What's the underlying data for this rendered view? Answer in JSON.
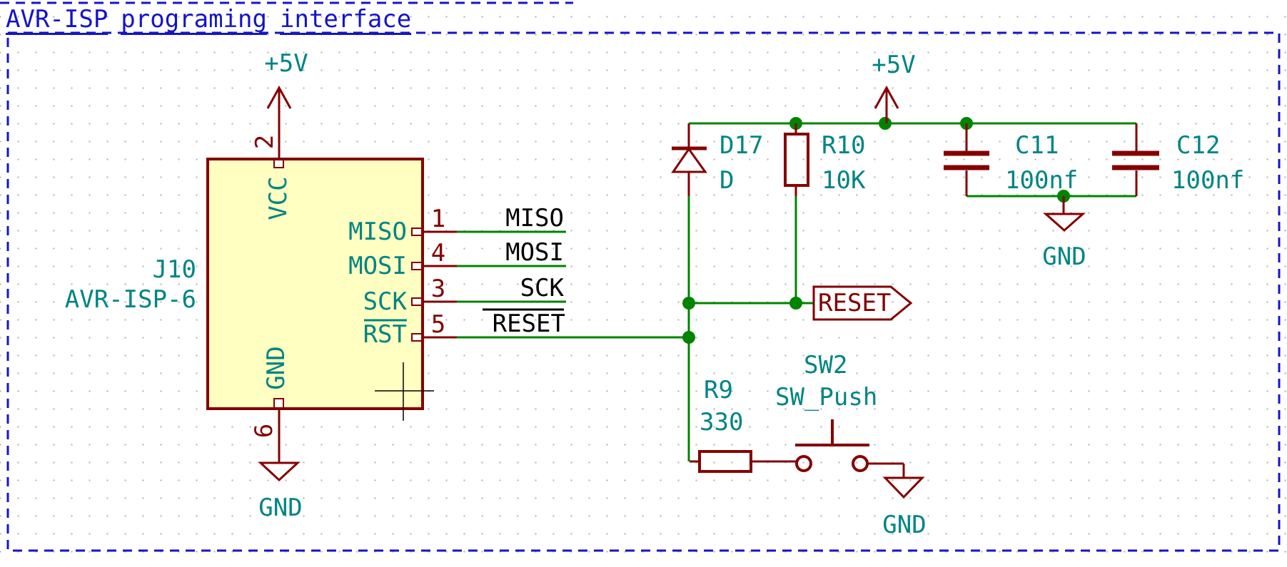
{
  "sheet": {
    "title": "AVR-ISP programing interface",
    "title_words": [
      "AVR-ISP",
      "programing",
      "interface"
    ]
  },
  "colors": {
    "wire_green": "#008400",
    "device_red": "#840000",
    "field_teal": "#008484",
    "net_label_black": "#000000",
    "sheet_border_blue": "#1414C8",
    "device_fill_yellow": "#FFFFC2",
    "grid_dot_gray": "#B4B4B4"
  },
  "power": {
    "vcc_left": "+5V",
    "vcc_right": "+5V",
    "gnd_connector": "GND",
    "gnd_caps": "GND",
    "gnd_switch": "GND"
  },
  "connector": {
    "ref": "J10",
    "value": "AVR-ISP-6",
    "pins": [
      {
        "num": "2",
        "name": "VCC"
      },
      {
        "num": "1",
        "name": "MISO"
      },
      {
        "num": "4",
        "name": "MOSI"
      },
      {
        "num": "3",
        "name": "SCK"
      },
      {
        "num": "5",
        "name": "RST"
      },
      {
        "num": "6",
        "name": "GND"
      }
    ]
  },
  "nets": {
    "miso": "MISO",
    "mosi": "MOSI",
    "sck": "SCK",
    "reset": "RESET"
  },
  "global_label": {
    "reset": "RESET"
  },
  "components": {
    "d17": {
      "ref": "D17",
      "value": "D"
    },
    "r10": {
      "ref": "R10",
      "value": "10K"
    },
    "r9": {
      "ref": "R9",
      "value": "330"
    },
    "sw2": {
      "ref": "SW2",
      "value": "SW_Push"
    },
    "c11": {
      "ref": "C11",
      "value": "100nf"
    },
    "c12": {
      "ref": "C12",
      "value": "100nf"
    }
  }
}
